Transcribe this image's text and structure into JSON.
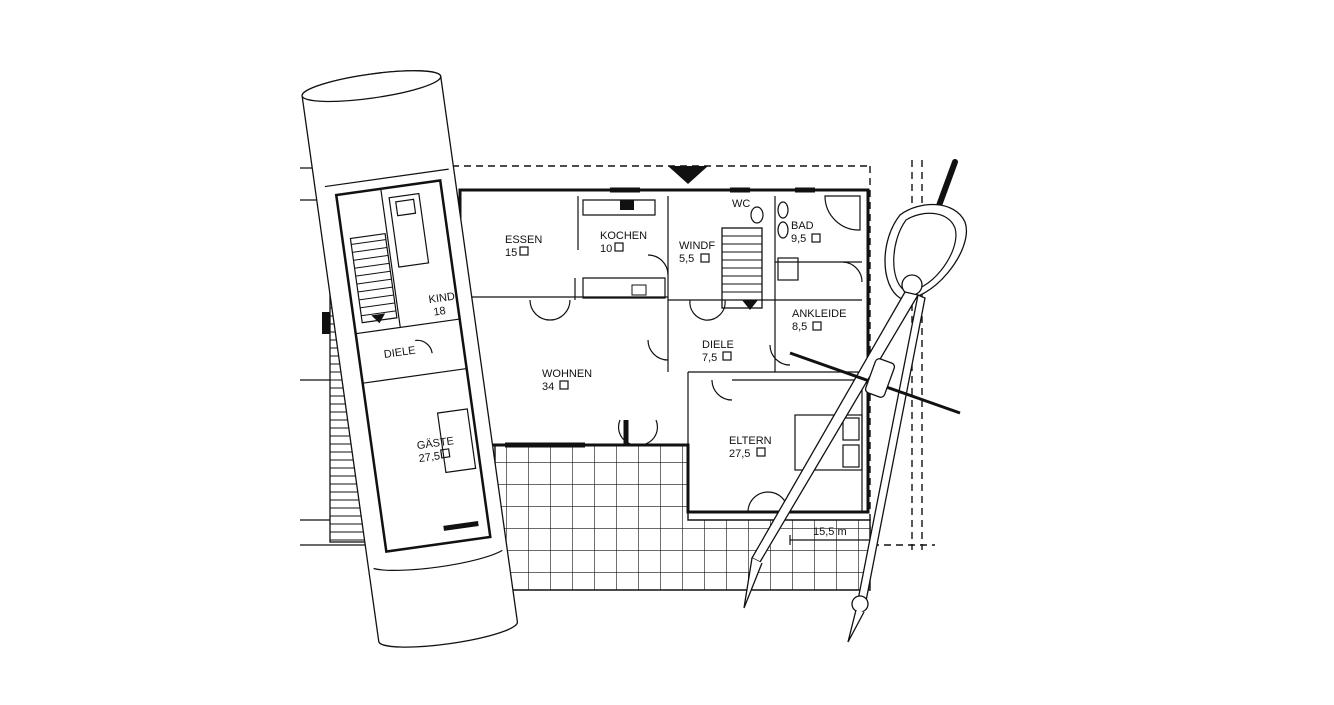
{
  "rooms": [
    {
      "id": "essen",
      "name": "ESSEN",
      "area": "15"
    },
    {
      "id": "kochen",
      "name": "KOCHEN",
      "area": "10"
    },
    {
      "id": "windf",
      "name": "WINDF",
      "area": "5,5"
    },
    {
      "id": "wc",
      "name": "WC",
      "area": ""
    },
    {
      "id": "bad",
      "name": "BAD",
      "area": "9,5"
    },
    {
      "id": "ankleide",
      "name": "ANKLEIDE",
      "area": "8,5"
    },
    {
      "id": "diele",
      "name": "DIELE",
      "area": "7,5"
    },
    {
      "id": "wohnen",
      "name": "WOHNEN",
      "area": "34"
    },
    {
      "id": "eltern",
      "name": "ELTERN",
      "area": "27,5"
    },
    {
      "id": "kind",
      "name": "KIND",
      "area": "18"
    },
    {
      "id": "gaste",
      "name": "GÄSTE",
      "area": "27,5"
    },
    {
      "id": "diele2",
      "name": "DIELE",
      "area": ""
    }
  ],
  "dimension": "15,5 m",
  "colors": {
    "line": "#111111",
    "background": "#ffffff"
  },
  "icons": [
    "rolled-plan-icon",
    "compass-icon",
    "entrance-arrow-icon"
  ]
}
